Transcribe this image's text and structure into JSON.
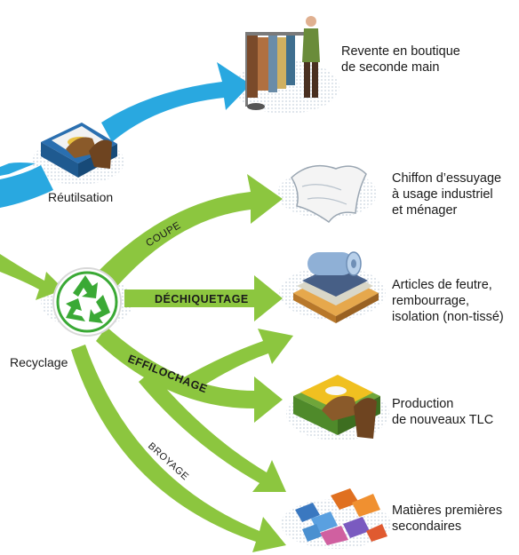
{
  "flow": {
    "reuse": {
      "label": "Réutilsation"
    },
    "recycle": {
      "label": "Recyclage"
    }
  },
  "processes": {
    "cut": "COUPE",
    "shred": "DÉCHIQUETAGE",
    "fray": "EFFILOCHAGE",
    "grind": "BROYAGE"
  },
  "outputs": [
    {
      "lines": [
        "Revente en boutique",
        "de seconde main"
      ]
    },
    {
      "lines": [
        "Chiffon d’essuyage",
        "à usage industriel",
        "et ménager"
      ]
    },
    {
      "lines": [
        "Articles de feutre,",
        "rembourrage,",
        "isolation (non-tissé)"
      ]
    },
    {
      "lines": [
        "Production",
        "de nouveaux TLC"
      ]
    },
    {
      "lines": [
        "Matières premières",
        "secondaires"
      ]
    }
  ],
  "colors": {
    "reuse_arrow": "#29a8e0",
    "recycle_arrow": "#8cc63f",
    "recycle_symbol": "#3aa935"
  },
  "icons": [
    "clothing-rack-icon",
    "folded-clothes-shoes-icon",
    "cloth-rag-icon",
    "felt-roll-icon",
    "new-textiles-icon",
    "raw-material-pieces-icon",
    "recycle-symbol-icon"
  ]
}
